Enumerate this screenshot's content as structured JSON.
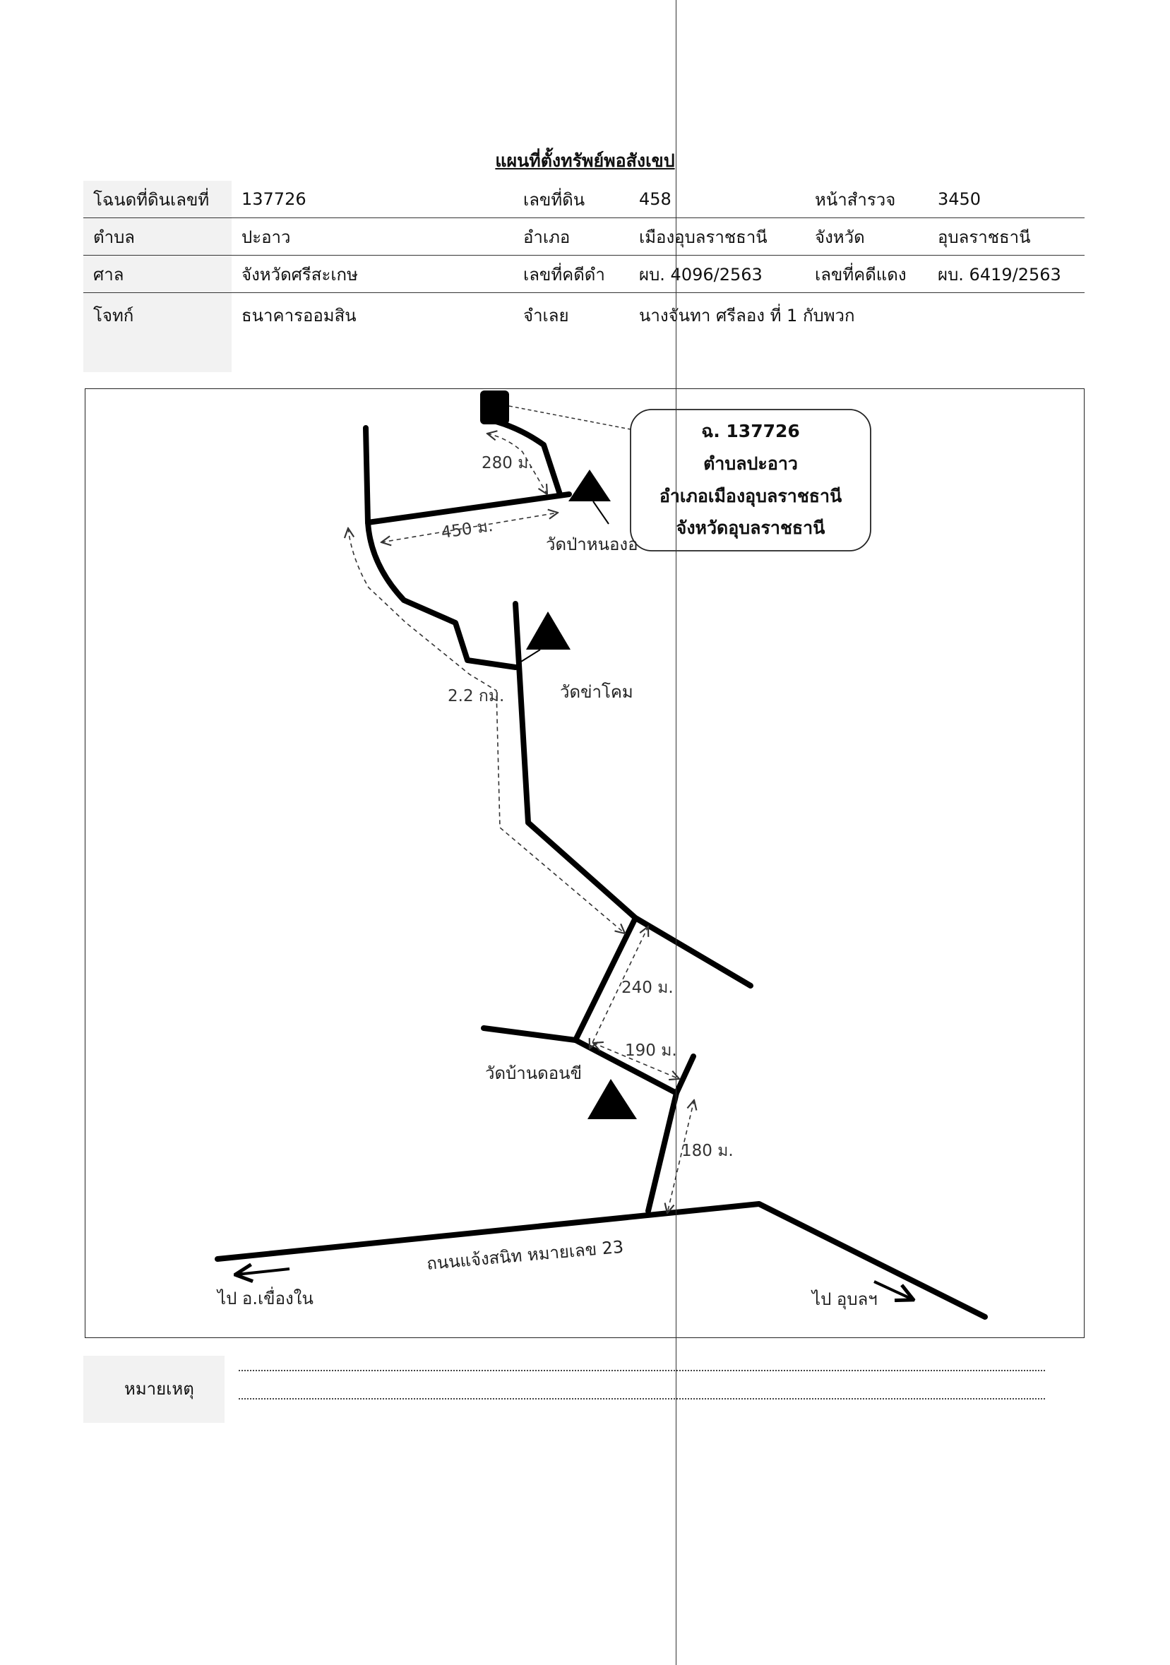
{
  "title": "แผนที่ตั้งทรัพย์พอสังเขป",
  "info": {
    "deed_label": "โฉนดที่ดินเลขที่",
    "deed_value": "137726",
    "land_no_label": "เลขที่ดิน",
    "land_no_value": "458",
    "survey_page_label": "หน้าสำรวจ",
    "survey_page_value": "3450",
    "subdistrict_label": "ตำบล",
    "subdistrict_value": "ปะอาว",
    "district_label": "อำเภอ",
    "district_value": "เมืองอุบลราชธานี",
    "province_label": "จังหวัด",
    "province_value": "อุบลราชธานี",
    "court_label": "ศาล",
    "court_value": "จังหวัดศรีสะเกษ",
    "black_case_label": "เลขที่คดีดำ",
    "black_case_value": "ผบ. 4096/2563",
    "red_case_label": "เลขที่คดีแดง",
    "red_case_value": "ผบ. 6419/2563",
    "plaintiff_label": "โจทก์",
    "plaintiff_value": "ธนาคารออมสิน",
    "defendant_label": "จำเลย",
    "defendant_value": "นางจันทา ศรีลอง ที่ 1 กับพวก"
  },
  "map": {
    "callout": [
      "ฉ. 137726",
      "ตำบลปะอาว",
      "อำเภอเมืองอุบลราชธานี",
      "จังหวัดอุบลราชธานี"
    ],
    "distances": {
      "d280": "280 ม.",
      "d450": "450 ม.",
      "d2200": "2.2 กม.",
      "d240": "240 ม.",
      "d190": "190 ม.",
      "d180": "180 ม."
    },
    "landmarks": {
      "temple_nong": "วัดป่าหนองอ",
      "temple_kham": "วัดข่าโคม",
      "temple_donchi": "วัดบ้านดอนขี"
    },
    "road_name": "ถนนแจ้งสนิท หมายเลข 23",
    "to_left": "ไป อ.เขื่องใน",
    "to_right": "ไป อุบลฯ",
    "colors": {
      "road": "#000000",
      "route": "#333333"
    }
  },
  "note_label": "หมายเหตุ"
}
